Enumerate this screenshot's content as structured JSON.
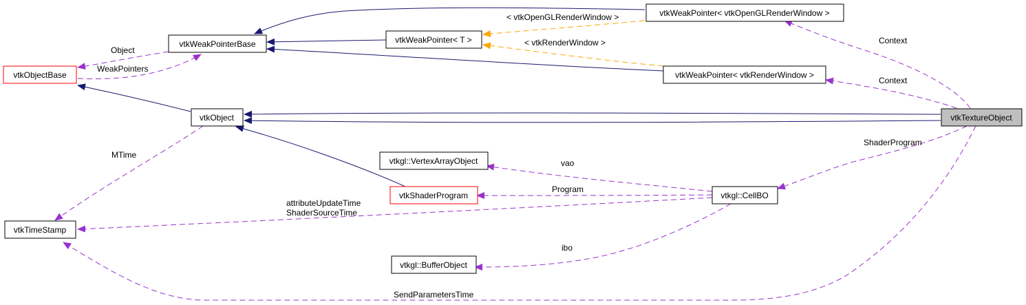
{
  "diagram": {
    "type": "collaboration-graph",
    "colors": {
      "inheritance": "#191970",
      "usage": "#9a32cd",
      "template": "#ffa500",
      "current_node_fill": "#bfbfbf",
      "undocumented_border": "#ff0000"
    },
    "nodes": [
      {
        "id": "vtkWeakPointerBase",
        "label": "vtkWeakPointerBase"
      },
      {
        "id": "vtkObjectBase",
        "label": "vtkObjectBase"
      },
      {
        "id": "vtkWeakPointerT",
        "label": "vtkWeakPointer< T >"
      },
      {
        "id": "vtkWeakPointerOGL",
        "label": "vtkWeakPointer< vtkOpenGLRenderWindow >"
      },
      {
        "id": "vtkWeakPointerRW",
        "label": "vtkWeakPointer< vtkRenderWindow >"
      },
      {
        "id": "vtkObject",
        "label": "vtkObject"
      },
      {
        "id": "vtkTextureObject",
        "label": "vtkTextureObject"
      },
      {
        "id": "VertexArrayObject",
        "label": "vtkgl::VertexArrayObject"
      },
      {
        "id": "vtkShaderProgram",
        "label": "vtkShaderProgram"
      },
      {
        "id": "CellBO",
        "label": "vtkgl::CellBO"
      },
      {
        "id": "vtkTimeStamp",
        "label": "vtkTimeStamp"
      },
      {
        "id": "BufferObject",
        "label": "vtkgl::BufferObject"
      }
    ],
    "edge_labels": {
      "object": "Object",
      "weak_pointers": "WeakPointers",
      "ogl_template": "< vtkOpenGLRenderWindow >",
      "rw_template": "< vtkRenderWindow >",
      "context1": "Context",
      "context2": "Context",
      "mtime": "MTime",
      "shader_program": "ShaderProgram",
      "vao": "vao",
      "program": "Program",
      "attr_time_1": "attributeUpdateTime",
      "attr_time_2": "ShaderSourceTime",
      "ibo": "ibo",
      "send_params": "SendParametersTime"
    },
    "edges": [
      {
        "from": "vtkWeakPointerT",
        "to": "vtkWeakPointerBase",
        "kind": "inheritance"
      },
      {
        "from": "vtkWeakPointerOGL",
        "to": "vtkWeakPointerBase",
        "kind": "inheritance"
      },
      {
        "from": "vtkWeakPointerRW",
        "to": "vtkWeakPointerBase",
        "kind": "inheritance"
      },
      {
        "from": "vtkObject",
        "to": "vtkObjectBase",
        "kind": "inheritance"
      },
      {
        "from": "vtkTextureObject",
        "to": "vtkObject",
        "kind": "inheritance"
      },
      {
        "from": "vtkShaderProgram",
        "to": "vtkObject",
        "kind": "inheritance"
      },
      {
        "from": "vtkWeakPointerBase",
        "to": "vtkObjectBase",
        "kind": "usage",
        "label": "Object"
      },
      {
        "from": "vtkObjectBase",
        "to": "vtkWeakPointerBase",
        "kind": "usage",
        "label": "WeakPointers"
      },
      {
        "from": "vtkWeakPointerOGL",
        "to": "vtkWeakPointerT",
        "kind": "template",
        "label": "< vtkOpenGLRenderWindow >"
      },
      {
        "from": "vtkWeakPointerRW",
        "to": "vtkWeakPointerT",
        "kind": "template",
        "label": "< vtkRenderWindow >"
      },
      {
        "from": "vtkTextureObject",
        "to": "vtkWeakPointerOGL",
        "kind": "usage",
        "label": "Context"
      },
      {
        "from": "vtkTextureObject",
        "to": "vtkWeakPointerRW",
        "kind": "usage",
        "label": "Context"
      },
      {
        "from": "vtkObject",
        "to": "vtkTimeStamp",
        "kind": "usage",
        "label": "MTime"
      },
      {
        "from": "vtkTextureObject",
        "to": "CellBO",
        "kind": "usage",
        "label": "ShaderProgram"
      },
      {
        "from": "CellBO",
        "to": "VertexArrayObject",
        "kind": "usage",
        "label": "vao"
      },
      {
        "from": "CellBO",
        "to": "vtkShaderProgram",
        "kind": "usage",
        "label": "Program"
      },
      {
        "from": "CellBO",
        "to": "vtkTimeStamp",
        "kind": "usage",
        "label": "attributeUpdateTime ShaderSourceTime"
      },
      {
        "from": "CellBO",
        "to": "BufferObject",
        "kind": "usage",
        "label": "ibo"
      },
      {
        "from": "vtkTextureObject",
        "to": "vtkTimeStamp",
        "kind": "usage",
        "label": "SendParametersTime"
      }
    ]
  }
}
